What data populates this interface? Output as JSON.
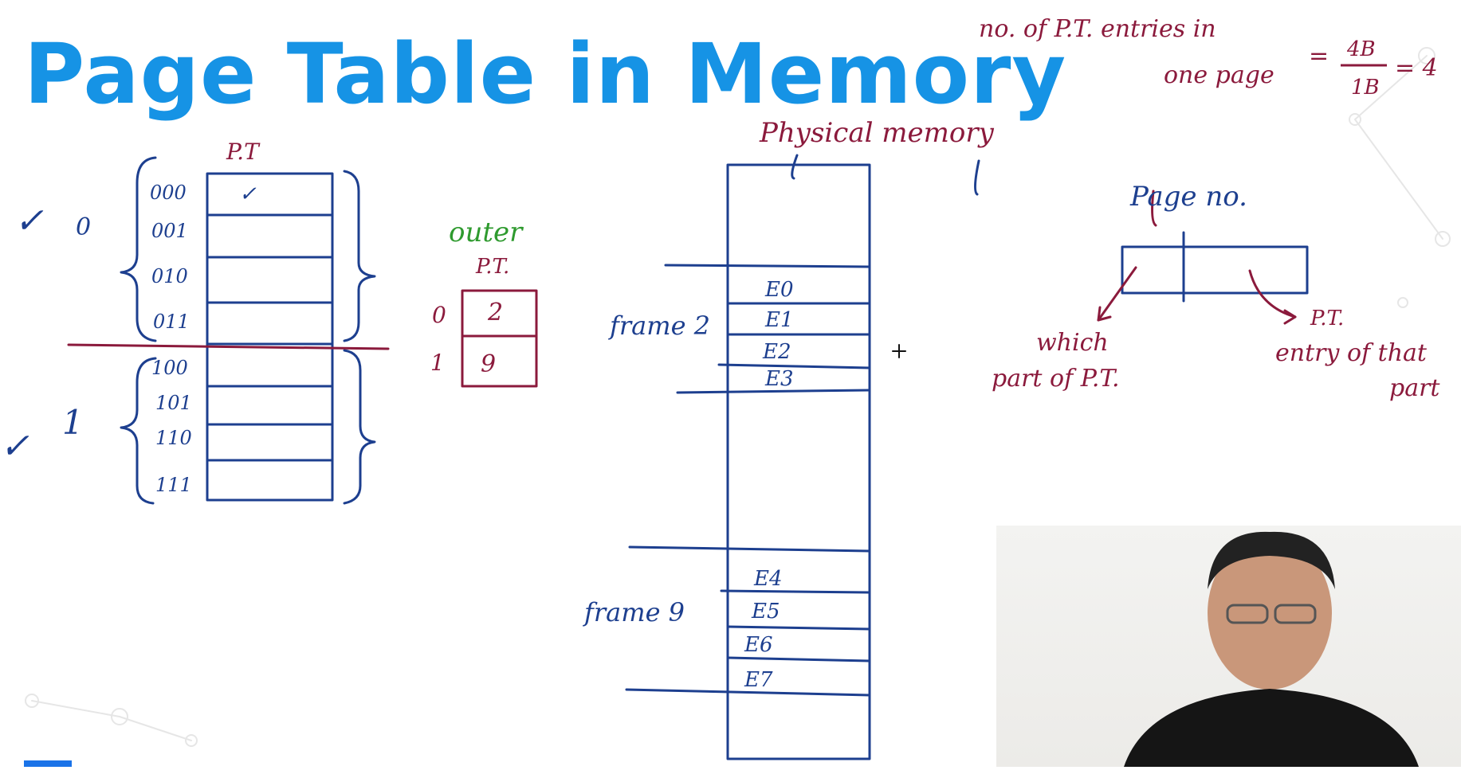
{
  "title": "Page Table in Memory",
  "notes": {
    "entries_line1": "no. of P.T. entries in",
    "entries_line2": "one page",
    "eq": "=",
    "frac_num": "4B",
    "frac_den": "1B",
    "result": "= 4"
  },
  "pt_label": "P.T",
  "pt_rows": [
    "000",
    "001",
    "010",
    "011",
    "100",
    "101",
    "110",
    "111"
  ],
  "pt_checked_row": "✓",
  "group_labels": [
    "0",
    "1"
  ],
  "checks": [
    "✓",
    "✓"
  ],
  "outer_pt": {
    "label_line1": "outer",
    "label_line2": "P.T.",
    "rows": [
      {
        "index": "0",
        "value": "2"
      },
      {
        "index": "1",
        "value": "9"
      }
    ]
  },
  "physical_memory": {
    "label": "Physical memory",
    "frame_a": "frame 2",
    "frame_b": "frame 9",
    "entries_a": [
      "E0",
      "E1",
      "E2",
      "E3"
    ],
    "entries_b": [
      "E4",
      "E5",
      "E6",
      "E7"
    ]
  },
  "page_no": {
    "label": "Page no.",
    "left_note_1": "which",
    "left_note_2": "part of P.T.",
    "right_note_1": "P.T.",
    "right_note_2": "entry of that",
    "right_note_3": "part"
  },
  "colors": {
    "title": "#1693e5",
    "ink_blue": "#1d3f8f",
    "ink_red": "#8b1a3c",
    "ink_green": "#2e9a2e"
  },
  "icons": [
    "crosshair-cursor-icon",
    "checkmark-icon"
  ]
}
